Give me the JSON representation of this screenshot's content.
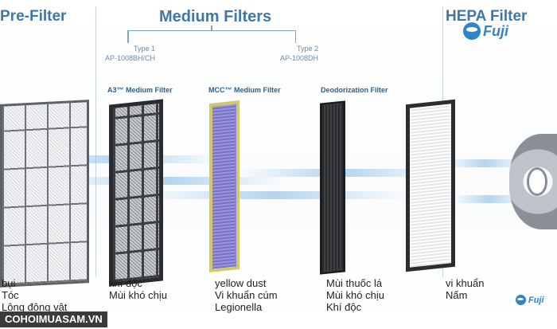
{
  "headings": {
    "pre_filter": "Pre-Filter",
    "medium_filters": "Medium Filters",
    "hepa_filter": "HEPA Filter"
  },
  "types": {
    "type1": {
      "label": "Type 1",
      "model": "AP-1008BH/CH"
    },
    "type2": {
      "label": "Type 2",
      "model": "AP-1008DH"
    }
  },
  "sublabels": {
    "a3": "A3™ Medium Filter",
    "mcc": "MCC™ Medium Filter",
    "deodorization": "Deodorization Filter"
  },
  "captions": {
    "pre_filter": [
      "bụi",
      "Tóc",
      "Lông động vật"
    ],
    "a3": [
      "khí độc",
      "Mùi khó chịu"
    ],
    "mcc": [
      "yellow dust",
      "Vi khuẩn cúm",
      "Legionella"
    ],
    "deodorization": [
      "Mùi thuốc lá",
      "Mùi khó chịu",
      "Khí độc"
    ],
    "hepa": [
      "vi khuẩn",
      "Nấm"
    ]
  },
  "logo": {
    "brand": "Fuji"
  },
  "watermark": "COHOIMUASAM.VN",
  "colors": {
    "heading_blue": "#3f78a6",
    "logo_blue": "#2f86c6",
    "mcc_purple": "#8a84d4",
    "mcc_frame": "#d1c86a"
  },
  "icons": [
    "fujie-logo-icon",
    "fan-icon"
  ]
}
